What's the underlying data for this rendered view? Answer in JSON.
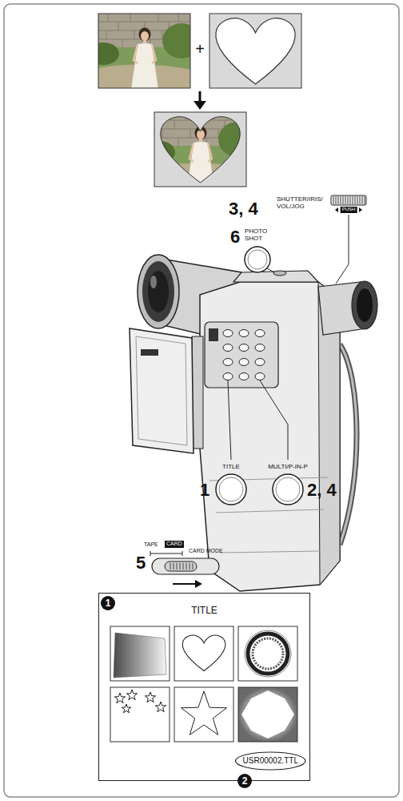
{
  "diagram": {
    "nodes": [
      {
        "text": [
          "TITLE",
          "USR00002.TTL"
        ]
      }
    ],
    "labels": [
      "3, 4",
      "SHUTTER/IRIS/ VOL/JOG",
      "PUSH",
      "6",
      "PHOTO SHOT",
      "TITLE",
      "1",
      "MULTI/P-IN-P",
      "2, 4",
      "5",
      "TAPE",
      "CARD",
      "CARD MODE",
      "+",
      "1",
      "2"
    ]
  }
}
